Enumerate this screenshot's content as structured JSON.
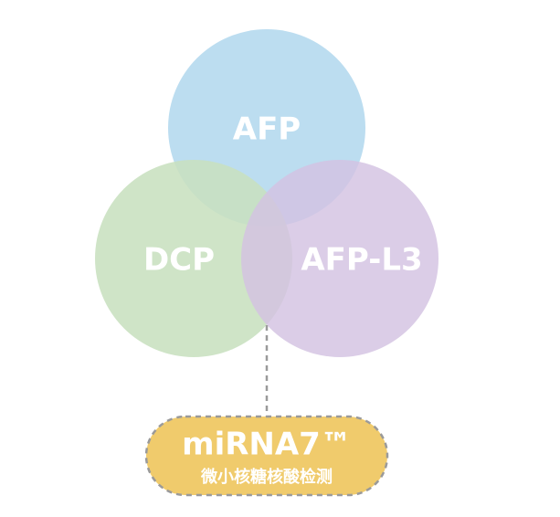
{
  "diagram": {
    "circles": [
      {
        "id": "afp",
        "label": "AFP",
        "color": "#b3d8ee"
      },
      {
        "id": "dcp",
        "label": "DCP",
        "color": "#c8e0bf"
      },
      {
        "id": "afp-l3",
        "label": "AFP-L3",
        "color": "#d3c2e2"
      }
    ],
    "badge": {
      "title": "miRNA7™",
      "subtitle": "微小核糖核酸检测",
      "fill_color": "#f0cb6c",
      "border_color": "#9a9a9a"
    },
    "connector_color": "#9a9a9a"
  }
}
